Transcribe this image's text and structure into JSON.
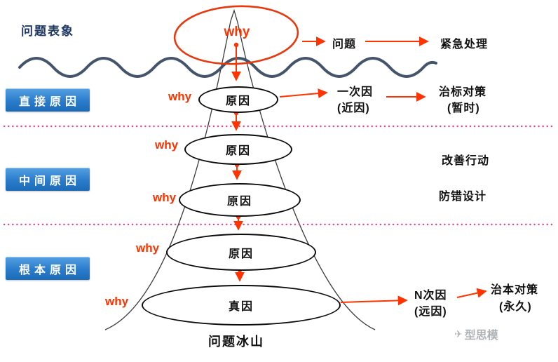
{
  "title": "问题冰山",
  "surface_label": "问题表象",
  "cause_levels": {
    "direct": "直接原因",
    "intermediate": "中间原因",
    "root": "根本原因"
  },
  "iceberg": {
    "top_why": "why",
    "levels": [
      {
        "why": "why",
        "label": "原因"
      },
      {
        "why": "why",
        "label": "原因"
      },
      {
        "why": "why",
        "label": "原因"
      },
      {
        "why": "why",
        "label": "原因"
      },
      {
        "why": "why",
        "label": "真因"
      }
    ]
  },
  "right_flow": {
    "problem": "问题",
    "emergency": "紧急处理",
    "first_cause": "一次因",
    "first_cause_note": "(近因)",
    "symptomatic_measure": "治标对策",
    "symptomatic_note": "(暂时)",
    "improvement_action": "改善行动",
    "error_proof_design": "防错设计",
    "n_cause": "N次因",
    "n_cause_note": "(远因)",
    "permanent_measure": "治本对策",
    "permanent_note": "(永久)"
  },
  "watermark": {
    "icon": "✈",
    "text": "型思模"
  },
  "colors": {
    "accent_red": "#ff3300",
    "top_circle_red": "#e8380d",
    "navy_text": "#1f3864",
    "wave_line": "#44546a",
    "dotted_line": "#ee3d8f",
    "label_box_blue": "#2277c9"
  }
}
